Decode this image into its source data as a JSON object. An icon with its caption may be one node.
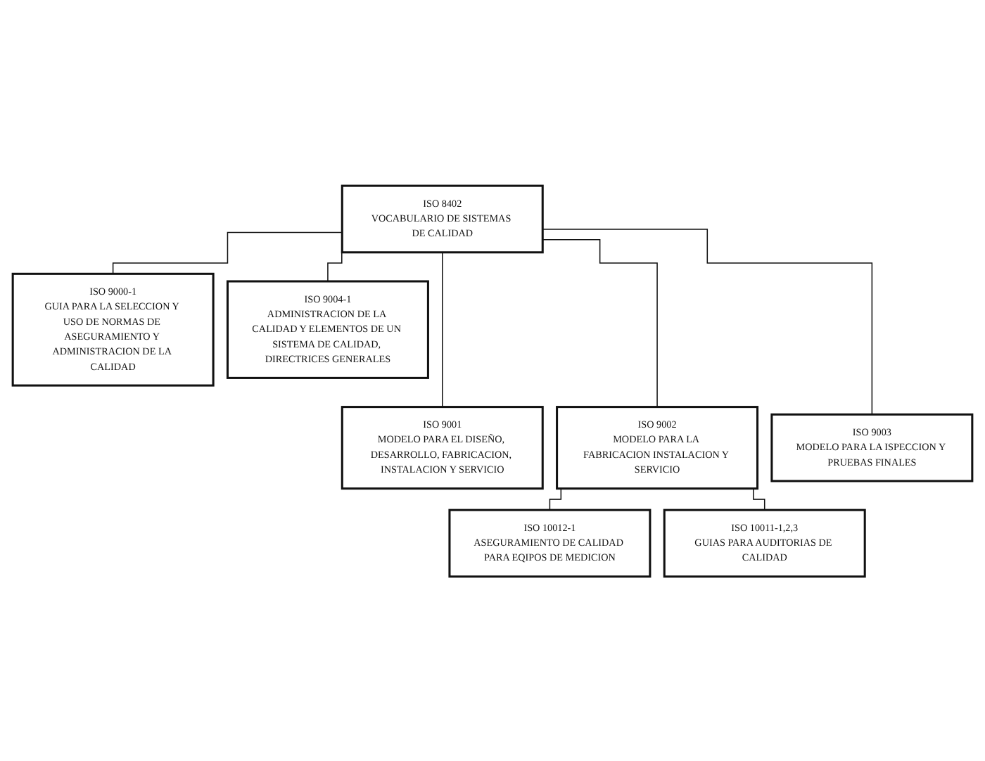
{
  "diagram": {
    "nodes": [
      {
        "text": [
          "ISO 8402",
          "VOCABULARIO DE SISTEMAS DE CALIDAD"
        ]
      },
      {
        "text": [
          "ISO 9000-1",
          "GUIA PARA LA SELECCION Y USO DE NORMAS DE ASEGURAMIENTO Y ADMINISTRACION DE LA CALIDAD"
        ]
      },
      {
        "text": [
          "ISO 9004-1",
          "ADMINISTRACION DE LA CALIDAD Y ELEMENTOS DE UN SISTEMA DE CALIDAD, DIRECTRICES GENERALES"
        ]
      },
      {
        "text": [
          "ISO 9001",
          "MODELO PARA EL DISEÑO, DESARROLLO, FABRICACION, INSTALACION Y SERVICIO"
        ]
      },
      {
        "text": [
          "ISO 9002",
          "MODELO PARA LA FABRICACION INSTALACION Y SERVICIO"
        ]
      },
      {
        "text": [
          "ISO 9003",
          "MODELO PARA LA ISPECCION Y PRUEBAS FINALES"
        ]
      },
      {
        "text": [
          "ISO 10012-1",
          "ASEGURAMIENTO DE CALIDAD PARA EQIPOS DE MEDICION"
        ]
      },
      {
        "text": [
          "ISO 10011-1,2,3",
          "GUIAS PARA AUDITORIAS DE CALIDAD"
        ]
      }
    ],
    "edges": [
      {
        "from": 0,
        "to": 1,
        "arrow": "none"
      },
      {
        "from": 0,
        "to": 2,
        "arrow": "none"
      },
      {
        "from": 0,
        "to": 3,
        "arrow": "none"
      },
      {
        "from": 0,
        "to": 4,
        "arrow": "none"
      },
      {
        "from": 0,
        "to": 5,
        "arrow": "none"
      },
      {
        "from": 4,
        "to": 6,
        "arrow": "none"
      },
      {
        "from": 4,
        "to": 7,
        "arrow": "none"
      }
    ]
  }
}
